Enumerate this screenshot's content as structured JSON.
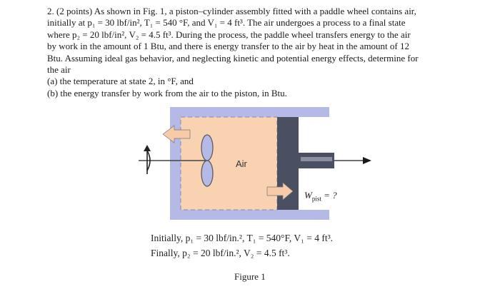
{
  "problem": {
    "line1": "2. (2 points) As shown in Fig. 1, a piston–cylinder assembly fitted with a paddle wheel contains air,",
    "line2": "initially at p₁ = 30 lbf/in², T₁ = 540 °F, and V₁ = 4 ft³. The air undergoes a process to a final state",
    "line3": "where p₂ = 20 lbf/in², V₂ = 4.5 ft³. During the process, the paddle wheel transfers energy to the air",
    "line4": "by work in the amount of 1 Btu, and there is energy transfer to the air by heat in the amount of 12",
    "line5": "Btu. Assuming ideal gas behavior, and neglecting kinetic and potential energy effects, determine for",
    "line6": "the air",
    "part_a": "(a) the temperature at state 2, in °F, and",
    "part_b": "(b) the energy transfer by work from the air to the piston, in Btu."
  },
  "figure": {
    "air_label": "Air",
    "work_label": "W",
    "work_sub": "pist",
    "work_suffix": " = ?",
    "caption_initial": "Initially, p₁ = 30 lbf/in.², T₁ = 540°F, V₁ = 4 ft³.",
    "caption_final": "Finally, p₂ = 20 lbf/in.², V₂ = 4.5 ft³.",
    "caption_figure": "Figure 1",
    "colors": {
      "cylinder": "#b4b9e6",
      "air": "#f9d2b2",
      "piston": "#4a5062",
      "arrow": "#f7caa8"
    }
  }
}
